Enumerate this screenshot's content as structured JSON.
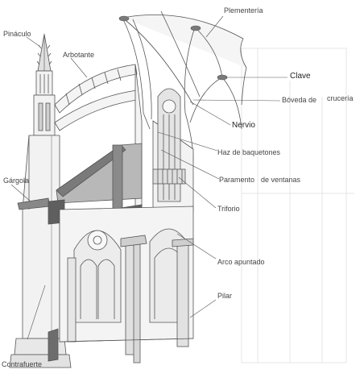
{
  "diagram": {
    "labels": {
      "plementeria": "Plementería",
      "pinaculo": "Pináculo",
      "arbotante": "Arbotante",
      "clave": "Clave",
      "boveda_de": "Bóveda de",
      "cruceria": "crucería",
      "nervio": "Nervio",
      "haz_de_baquetones": "Haz de baquetones",
      "paramento": "Paramento",
      "de_ventanas": "de ventanas",
      "gargola": "Gárgola",
      "triforio": "Triforio",
      "arco_apuntado": "Arco apuntado",
      "pilar": "Pilar",
      "contrafuerte": "Contrafuerte"
    },
    "colors": {
      "line": "#555555",
      "stone_light": "#f2f2f2",
      "stone_mid": "#d0d0d0",
      "stone_dark": "#7a7a7a",
      "label_text": "#444444"
    }
  }
}
